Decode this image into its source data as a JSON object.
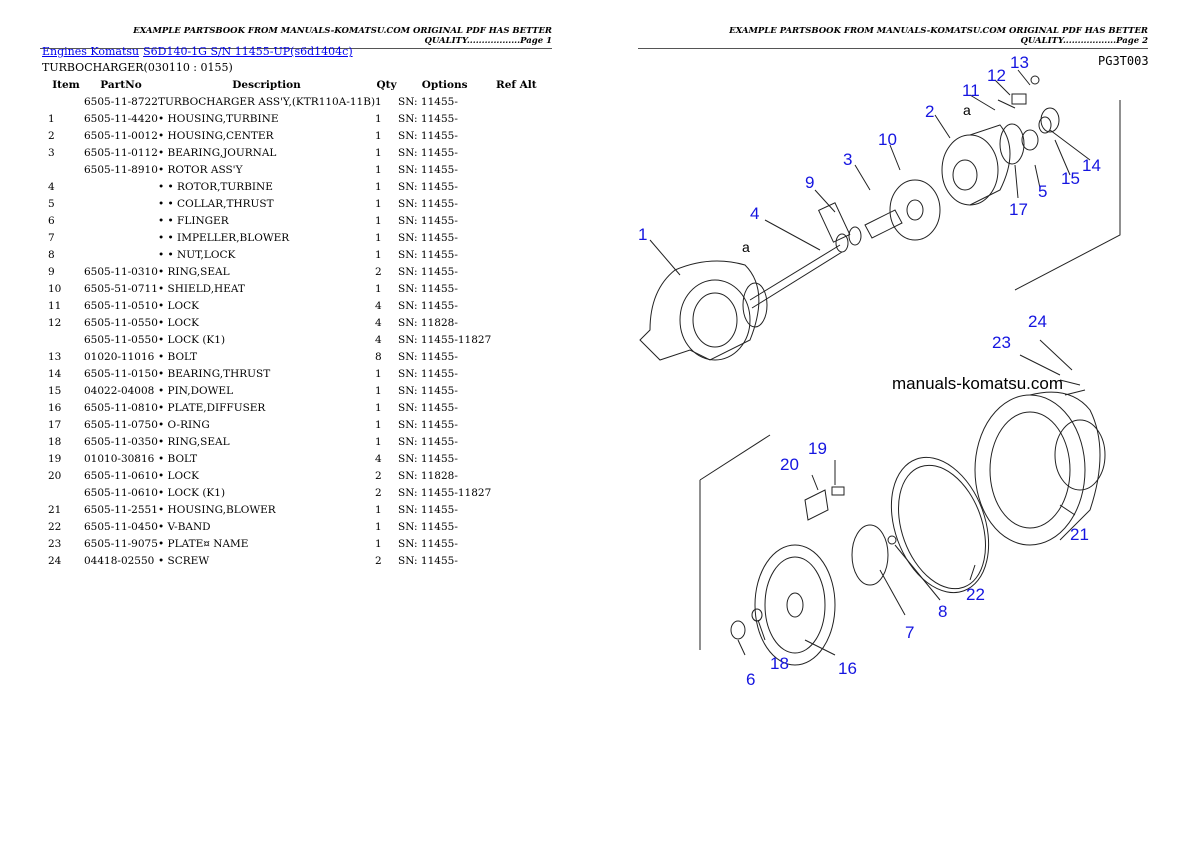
{
  "header": {
    "page1": "EXAMPLE PARTSBOOK FROM MANUALS-KOMATSU.COM ORIGINAL PDF HAS BETTER QUALITY..................Page 1",
    "page2": "EXAMPLE PARTSBOOK FROM MANUALS-KOMATSU.COM ORIGINAL PDF HAS BETTER QUALITY..................Page 2"
  },
  "breadcrumb": {
    "link1": "Engines Komatsu",
    "link2": "S6D140-1G S/N 11455-UP(s6d1404c)"
  },
  "subtitle": "TURBOCHARGER(030110 : 0155)",
  "columns": [
    "Item",
    "PartNo",
    "Description",
    "Qty",
    "Options",
    "Ref Alt"
  ],
  "rows": [
    [
      "",
      "6505-11-8722",
      "TURBOCHARGER ASS'Y,(KTR110A-11B)",
      "1",
      "SN: 11455-",
      ""
    ],
    [
      "1",
      "6505-11-4420",
      "• HOUSING,TURBINE",
      "1",
      "SN: 11455-",
      ""
    ],
    [
      "2",
      "6505-11-0012",
      "• HOUSING,CENTER",
      "1",
      "SN: 11455-",
      ""
    ],
    [
      "3",
      "6505-11-0112",
      "• BEARING,JOURNAL",
      "1",
      "SN: 11455-",
      ""
    ],
    [
      "",
      "6505-11-8910",
      "• ROTOR ASS'Y",
      "1",
      "SN: 11455-",
      ""
    ],
    [
      "4",
      "",
      "• • ROTOR,TURBINE",
      "1",
      "SN: 11455-",
      ""
    ],
    [
      "5",
      "",
      "• • COLLAR,THRUST",
      "1",
      "SN: 11455-",
      ""
    ],
    [
      "6",
      "",
      "• • FLINGER",
      "1",
      "SN: 11455-",
      ""
    ],
    [
      "7",
      "",
      "• • IMPELLER,BLOWER",
      "1",
      "SN: 11455-",
      ""
    ],
    [
      "8",
      "",
      "• • NUT,LOCK",
      "1",
      "SN: 11455-",
      ""
    ],
    [
      "9",
      "6505-11-0310",
      "• RING,SEAL",
      "2",
      "SN: 11455-",
      ""
    ],
    [
      "10",
      "6505-51-0711",
      "• SHIELD,HEAT",
      "1",
      "SN: 11455-",
      ""
    ],
    [
      "11",
      "6505-11-0510",
      "• LOCK",
      "4",
      "SN: 11455-",
      ""
    ],
    [
      "12",
      "6505-11-0550",
      "• LOCK",
      "4",
      "SN: 11828-",
      ""
    ],
    [
      "",
      "6505-11-0550",
      "• LOCK (K1)",
      "4",
      "SN: 11455-11827",
      ""
    ],
    [
      "13",
      "01020-11016",
      "• BOLT",
      "8",
      "SN: 11455-",
      ""
    ],
    [
      "14",
      "6505-11-0150",
      "• BEARING,THRUST",
      "1",
      "SN: 11455-",
      ""
    ],
    [
      "15",
      "04022-04008",
      "• PIN,DOWEL",
      "1",
      "SN: 11455-",
      ""
    ],
    [
      "16",
      "6505-11-0810",
      "• PLATE,DIFFUSER",
      "1",
      "SN: 11455-",
      ""
    ],
    [
      "17",
      "6505-11-0750",
      "• O-RING",
      "1",
      "SN: 11455-",
      ""
    ],
    [
      "18",
      "6505-11-0350",
      "• RING,SEAL",
      "1",
      "SN: 11455-",
      ""
    ],
    [
      "19",
      "01010-30816",
      "• BOLT",
      "4",
      "SN: 11455-",
      ""
    ],
    [
      "20",
      "6505-11-0610",
      "• LOCK",
      "2",
      "SN: 11828-",
      ""
    ],
    [
      "",
      "6505-11-0610",
      "• LOCK (K1)",
      "2",
      "SN: 11455-11827",
      ""
    ],
    [
      "21",
      "6505-11-2551",
      "• HOUSING,BLOWER",
      "1",
      "SN: 11455-",
      ""
    ],
    [
      "22",
      "6505-11-0450",
      "• V-BAND",
      "1",
      "SN: 11455-",
      ""
    ],
    [
      "23",
      "6505-11-9075",
      "• PLATE¤ NAME",
      "1",
      "SN: 11455-",
      ""
    ],
    [
      "24",
      "04418-02550",
      "• SCREW",
      "2",
      "SN: 11455-",
      ""
    ]
  ],
  "diagram": {
    "code": "PG3T003",
    "watermark": "manuals-komatsu.com",
    "ref_letter": "a",
    "callouts": [
      "1",
      "2",
      "3",
      "4",
      "5",
      "6",
      "7",
      "8",
      "9",
      "10",
      "11",
      "12",
      "13",
      "14",
      "15",
      "16",
      "17",
      "18",
      "19",
      "20",
      "21",
      "22",
      "23",
      "24"
    ],
    "callout_color": "#1515e0"
  }
}
